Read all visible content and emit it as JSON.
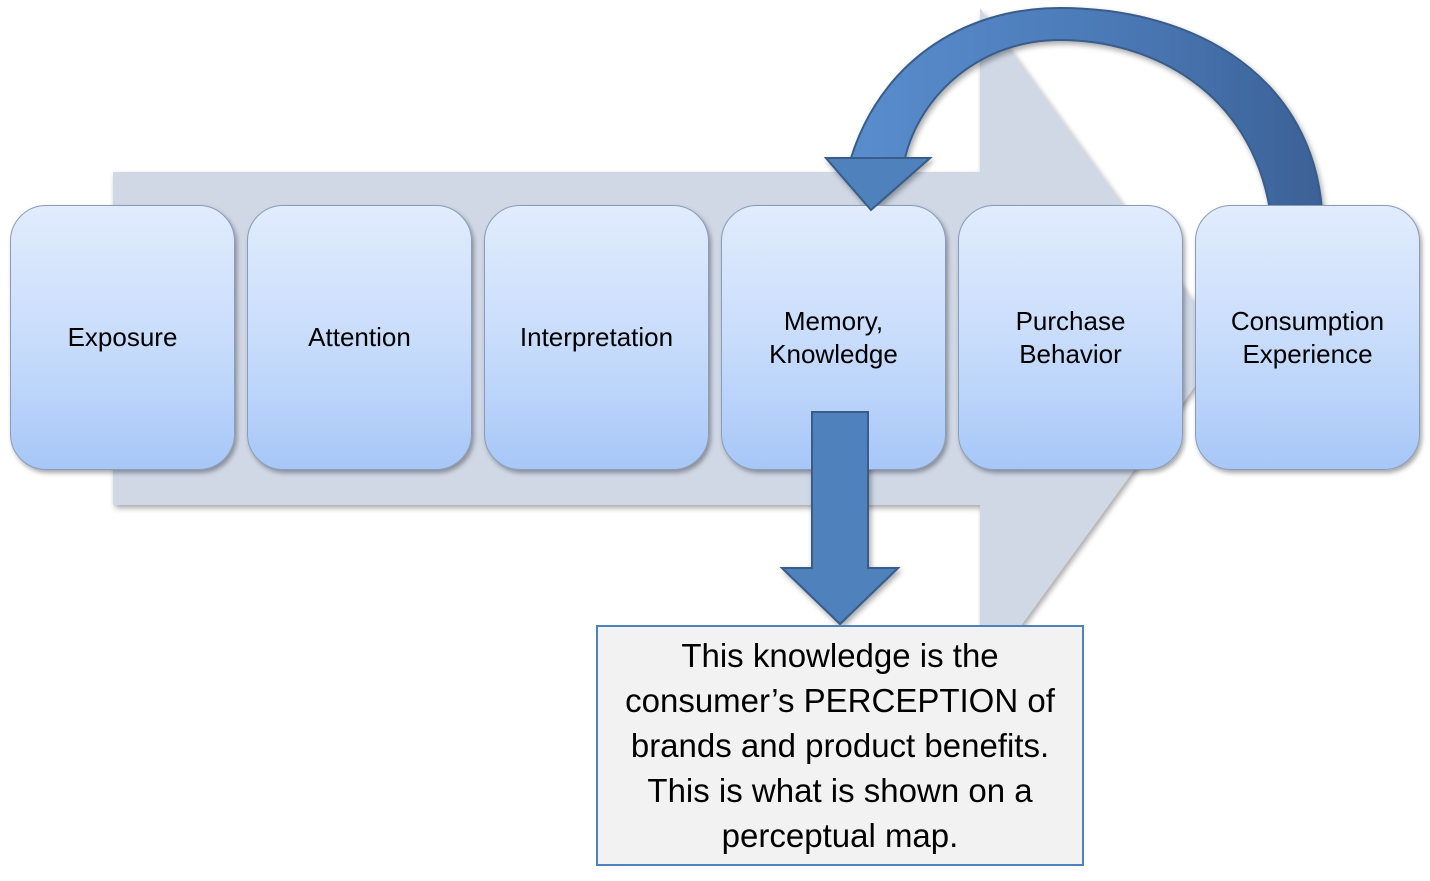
{
  "stages": [
    {
      "label": "Exposure"
    },
    {
      "label": "Attention"
    },
    {
      "label": "Interpretation"
    },
    {
      "label": "Memory,\nKnowledge"
    },
    {
      "label": "Purchase\nBehavior"
    },
    {
      "label": "Consumption\nExperience"
    }
  ],
  "note": {
    "text": "This knowledge is the consumer’s PERCEPTION of brands and product benefits. This is what is shown on a perceptual map."
  },
  "colors": {
    "background_arrow": "#d0d8e6",
    "box_fill_top": "#e1ecfd",
    "box_fill_bottom": "#a7c7f8",
    "box_border": "#8a9cb8",
    "arrow_fill": "#4f81bd",
    "arrow_stroke": "#385d8a",
    "note_fill": "#f2f2f2",
    "note_border": "#4f81bd"
  }
}
